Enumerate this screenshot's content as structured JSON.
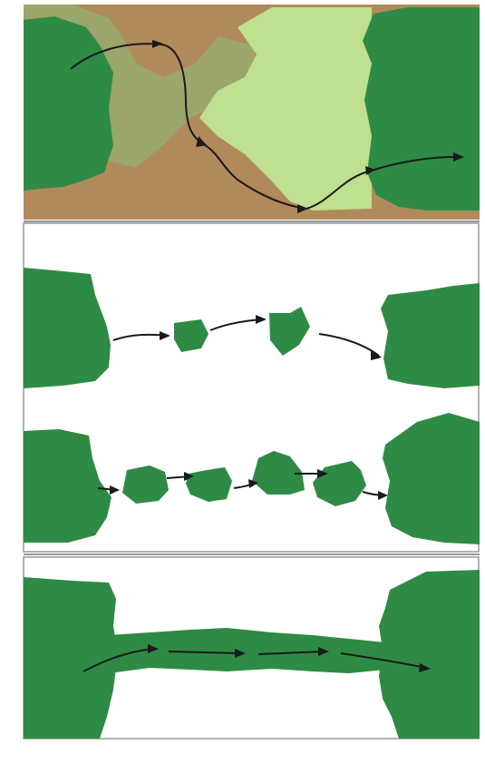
{
  "panels": [
    {
      "id": "matrix-landscape",
      "text": ""
    },
    {
      "id": "stepping-stones",
      "text": ""
    },
    {
      "id": "linear-corridor",
      "text": ""
    }
  ],
  "colors": {
    "habitat_green": "#2e8b45",
    "matrix_brown": "#b08a5a",
    "matrix_olive": "#9aa66c",
    "open_light_green": "#bfe08e",
    "arrow": "#1a1a1a",
    "frame": "#999999",
    "background": "#ffffff"
  },
  "icons": [
    "movement-arrow-icon"
  ]
}
